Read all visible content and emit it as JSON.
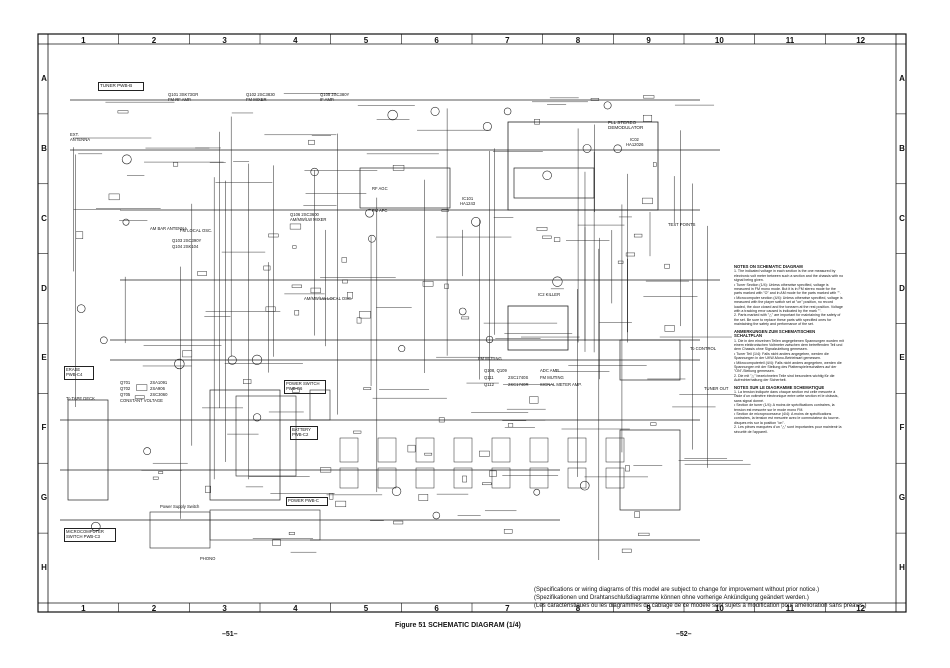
{
  "columns": [
    "1",
    "2",
    "3",
    "4",
    "5",
    "6",
    "7",
    "8",
    "9",
    "10",
    "11",
    "12"
  ],
  "rows": [
    "A",
    "B",
    "C",
    "D",
    "E",
    "F",
    "G",
    "H"
  ],
  "blocks": {
    "tuner": "TUNER PWB-B",
    "q101": "Q101  3SK73GR",
    "q101_sub": "FM RF AMP.",
    "q102": "Q102  2SC3830",
    "q102_sub": "FM MIXER",
    "q105": "Q105  2SC380Y",
    "q105_sub": "IF AMP.",
    "pll": "PLL STEREO",
    "demod": "DEMODULATOR",
    "ic02": "IC02",
    "ic02_part": "HA12026",
    "am_bar": "AM BAR ANTENNA",
    "fm_local": "FM LOCAL OSC.",
    "q106": "Q106  2SC3600",
    "q106_sub": "AM/MW/LW MIXER",
    "ic101": "IC101",
    "ic101_part": "HA1243",
    "rf_agc": "RF AGC",
    "fm_afc": "FM AFC",
    "ic_killer": "IC2 KILLER",
    "q103": "Q103  2SC390Y",
    "q104": "Q104  2SK104",
    "am_local": "AM/MW/LW LOCAL OSC.",
    "erase": "ERASE",
    "erase_pwb": "PWB-C4",
    "fm_muting": "FM MUTING",
    "test_points": "TEST POINTS",
    "power_switch": "POWER SWITCH",
    "power_switch_pwb": "PWB-C6",
    "battery": "BATTERY",
    "battery_pwb": "PWB-C2",
    "power_c": "POWER PWB-C",
    "microcomputer": "MICROCOMPUTER",
    "microcomputer_sw": "SWITCH PWB-C3",
    "power_supply_sw": "Power Supply Switch",
    "q108": "Q108, Q109",
    "q108_func": "ADC AMP.",
    "q111": "Q111",
    "q111_part": "2SC1740S",
    "q111_func": "FM MUTING",
    "q112": "Q112",
    "q112_part": "2SC1740R",
    "q112_func": "SIGNAL METER AMP.",
    "q701": "Q701",
    "q701_part": "2SA1091",
    "q702": "Q702",
    "q702_part": "2SA906",
    "q705": "Q705",
    "q705_part": "2SC3060",
    "const_v": "CONSTANT VOLTAGE",
    "tape_deck": "To TAPE DECK",
    "ext": "EXT.",
    "antenna": "ANTENNA",
    "tuner_out": "TUNER OUT",
    "to_control": "To CONTROL",
    "phono": "PHONO"
  },
  "notes": {
    "en_title": "NOTES ON SCHEMATIC DIAGRAM",
    "en_1": "1. The indicated voltage in each section is the one measured by electronic volt meter between such a section and the chassis with no signal being given.",
    "en_tuner": "• Tuner Section (1/4): Unless otherwise specified, voltage is measured in FM mono mode. But it is in FM stereo mode for the parts marked with \"O\" and in AM mode for the parts marked with \"\".",
    "en_micro": "• Microcomputer section (4/4): Unless otherwise specified, voltage is measured with the player switch set at \"on\" position, no record loaded, the door closed and the tonearm at the rest position. Voltage with a tracking error caused is indicated by the mark \"\".",
    "en_2": "2. Parts marked with \"△\" are important for maintaining the safety of the set. Be sure to replace these parts with specified ones for maintaining the safety and performance of the set.",
    "de_title": "ANMERKUNGEN ZUM SCHEMATISCHEN SCHALTPLAN",
    "de_1": "1. Die in den einzelnen Teilen angegebenen Spannungen wurden mit einem elektronischen Voltmeter zwischen dem betreffenden Teil und dem Chassis ohne Signalzuleitung gemessen.",
    "de_tuner": "• Tuner Teil (1/4): Falls nicht anders angegeben, werden die Spannungen in der UKW-Mono-Betriebsart gemessen.",
    "de_micro": "• Mikrocomputerteil (4/4): Falls nicht anders angegeben, werden die Spannungen mit der Stellung des Plattenspielerschalters auf der \"ON\"-Stellung gemessen.",
    "de_2": "2. Die mit \"△\" bezeichneten Teile sind besonders wichtig für die Aufrechterhaltung der Sicherheit.",
    "fr_title": "NOTES SUR LE DIAGRAMME SCHEMATIQUE",
    "fr_1": "1. La tension indiquée dans chaque section est celle mesurée à l'aide d'un voltmètre électronique entre cette section et le châssis, sans signal donné.",
    "fr_tuner": "• Section de tuner (1/4): A moins de spécifications contraires, la tension est mesurée sur le mode mono FM.",
    "fr_micro": "• Section de microprocesseur (4/4): A moins de spécifications contraires, la tension est mesurée avec le commutateur du tourne-disques mis sur la position \"on\".",
    "fr_2": "2. Les pièces marquées d'un \"△\" sont importantes pour maintenir la sécurité de l'appareil."
  },
  "spec_lines": [
    "(Specifications or wiring diagrams of this model are subject to change for improvement without prior notice.)",
    "(Spezifikationen und Drahtanschlußdiagramme können ohne vorherige Ankündigung geändert werden.)",
    "(Les caractéristiques ou les diagrammes de câblage de ce modèle sont sujets à modification pour amélioration sans préavis.)"
  ],
  "figure_title": "Figure 51  SCHEMATIC DIAGRAM (1/4)",
  "page_left": "–51–",
  "page_right": "–52–"
}
